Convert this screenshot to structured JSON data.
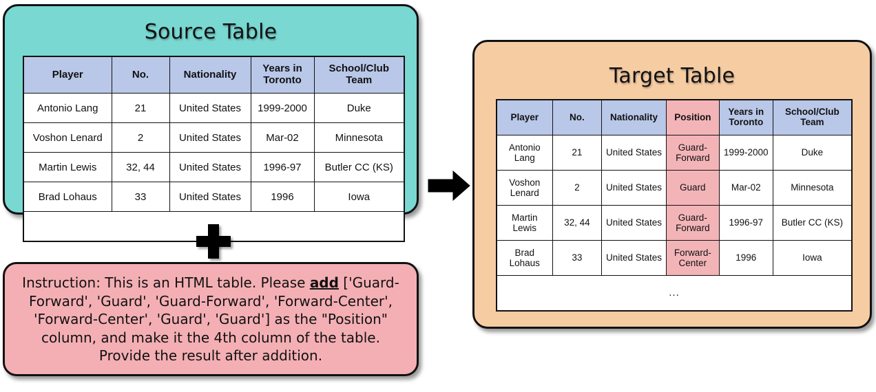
{
  "source": {
    "title": "Source Table",
    "panel_color": "#79d8d2",
    "header_color": "#b9c7e8",
    "columns": [
      "Player",
      "No.",
      "Nationality",
      "Years in Toronto",
      "School/Club Team"
    ],
    "rows": [
      [
        "Antonio Lang",
        "21",
        "United States",
        "1999-2000",
        "Duke"
      ],
      [
        "Voshon Lenard",
        "2",
        "United States",
        "Mar-02",
        "Minnesota"
      ],
      [
        "Martin Lewis",
        "32, 44",
        "United States",
        "1996-97",
        "Butler CC (KS)"
      ],
      [
        "Brad Lohaus",
        "33",
        "United States",
        "1996",
        "Iowa"
      ]
    ],
    "ellipsis": "..."
  },
  "target": {
    "title": "Target Table",
    "panel_color": "#f6cca3",
    "header_color": "#b9c7e8",
    "highlight_color": "#f3b4b8",
    "columns": [
      "Player",
      "No.",
      "Nationality",
      "Position",
      "Years in Toronto",
      "School/Club Team"
    ],
    "rows": [
      [
        "Antonio Lang",
        "21",
        "United States",
        "Guard-Forward",
        "1999-2000",
        "Duke"
      ],
      [
        "Voshon Lenard",
        "2",
        "United States",
        "Guard",
        "Mar-02",
        "Minnesota"
      ],
      [
        "Martin Lewis",
        "32, 44",
        "United States",
        "Guard-Forward",
        "1996-97",
        "Butler CC (KS)"
      ],
      [
        "Brad Lohaus",
        "33",
        "United States",
        "Forward-Center",
        "1996",
        "Iowa"
      ]
    ],
    "ellipsis": "..."
  },
  "instruction": {
    "panel_color": "#f4afb4",
    "prefix": "Instruction: This is an HTML table. Please ",
    "keyword": "add",
    "suffix": " ['Guard-Forward', 'Guard', 'Guard-Forward', 'Forward-Center', 'Forward-Center', 'Guard', 'Guard'] as the \"Position\" column, and make it the 4th column of the table. Provide the result after addition."
  },
  "glyphs": {
    "plus": "+",
    "arrow": "➡"
  }
}
